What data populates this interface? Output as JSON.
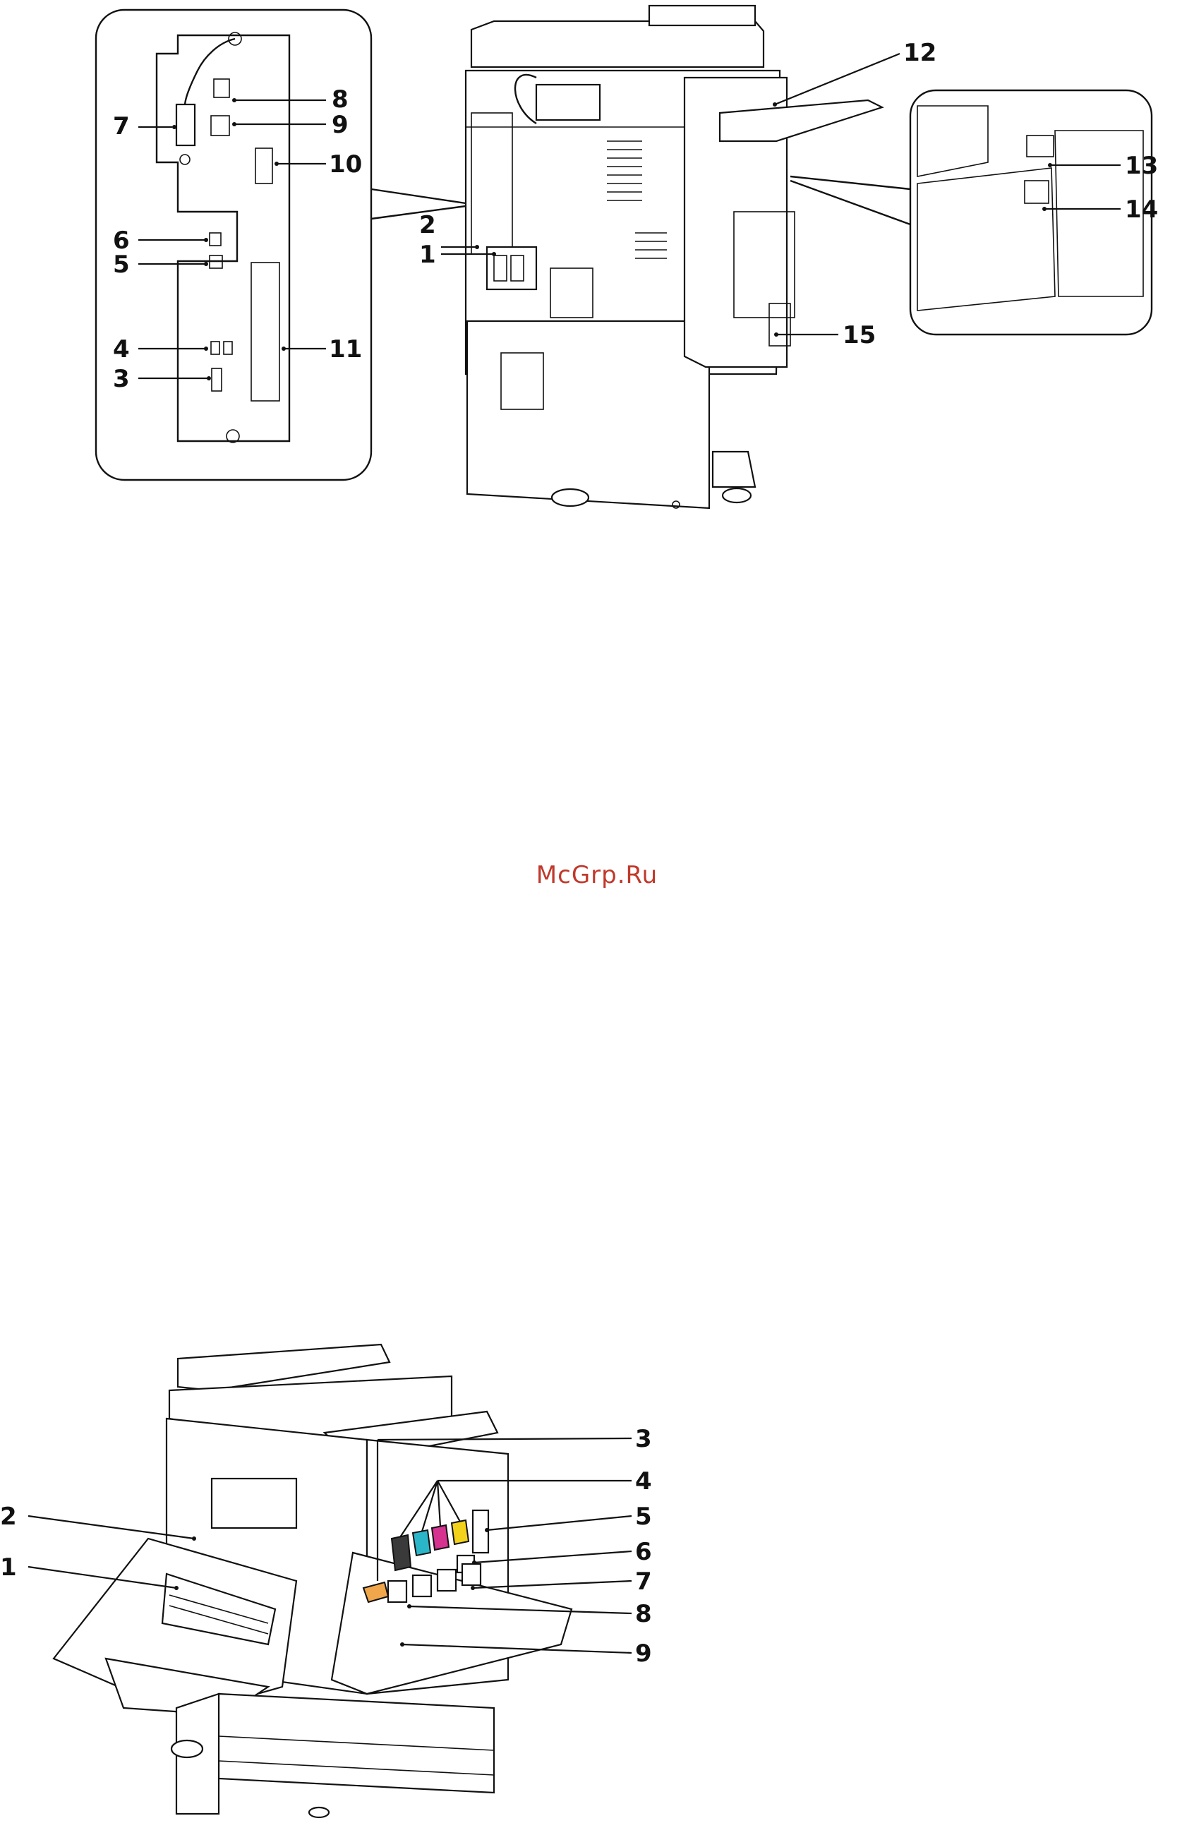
{
  "figure_top": {
    "callouts": [
      "1",
      "2",
      "3",
      "4",
      "5",
      "6",
      "7",
      "8",
      "9",
      "10",
      "11",
      "12",
      "13",
      "14",
      "15"
    ]
  },
  "figure_bottom": {
    "callouts": [
      "1",
      "2",
      "3",
      "4",
      "5",
      "6",
      "7",
      "8",
      "9"
    ]
  },
  "watermark": {
    "text": "McGrp.Ru",
    "color": "#c0392b"
  },
  "colors": {
    "cyan": "#2bb5c9",
    "magenta": "#d5338f",
    "yellow": "#f3d21c",
    "black": "#3a3a3a",
    "orange": "#f0a64a"
  }
}
